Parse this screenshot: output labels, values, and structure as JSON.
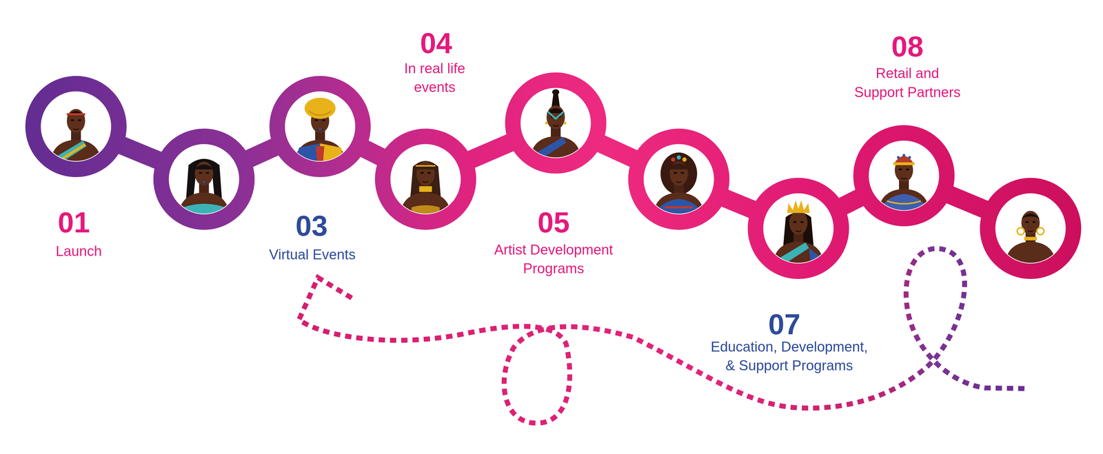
{
  "diagram": {
    "labels": [
      "01",
      "Launch",
      "03",
      "Virtual Events",
      "04",
      "In real life events",
      "05",
      "Artist Development Programs",
      "07",
      "Education, Development, & Support Programs",
      "08",
      "Retail and Support Partners"
    ]
  }
}
